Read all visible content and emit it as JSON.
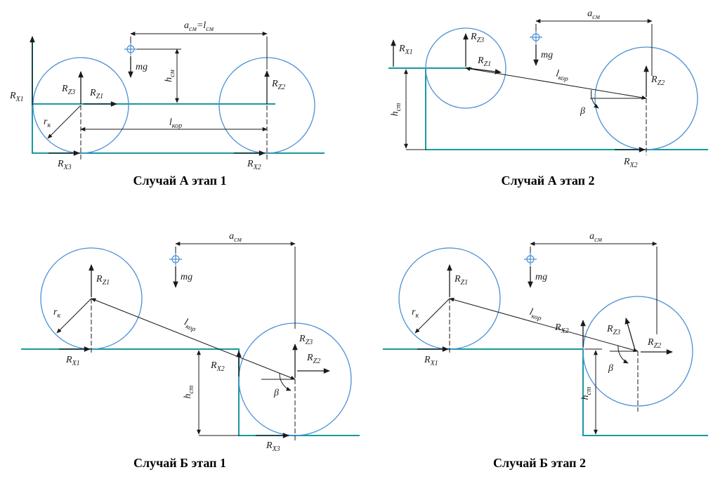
{
  "colors": {
    "wheel": "#4b8fd6",
    "ground": "#189a9e",
    "ink": "#1a1a1a"
  },
  "symbols": {
    "rx1": {
      "m": "R",
      "s": "X1"
    },
    "rx2": {
      "m": "R",
      "s": "X2"
    },
    "rx3": {
      "m": "R",
      "s": "X3"
    },
    "rz1": {
      "m": "R",
      "s": "Z1"
    },
    "rz2": {
      "m": "R",
      "s": "Z2"
    },
    "rz3": {
      "m": "R",
      "s": "Z3"
    },
    "rk": {
      "m": "r",
      "s": "к"
    },
    "lkor": {
      "m": "l",
      "s": "кор"
    },
    "hst": {
      "m": "h",
      "s": "ст"
    },
    "hsm": {
      "m": "h",
      "s": "см"
    },
    "asm": {
      "m": "a",
      "s": "см"
    },
    "asm_lsm": {
      "p1": "a",
      "p2": "см",
      "p3": "=l",
      "p4": "см"
    },
    "mg": {
      "m": "mg"
    },
    "beta": {
      "m": "β"
    }
  },
  "panels": {
    "a1": {
      "title": "Случай А этап 1"
    },
    "a2": {
      "title": "Случай А этап 2"
    },
    "b1": {
      "title": "Случай Б этап 1"
    },
    "b2": {
      "title": "Случай Б этап 2"
    }
  }
}
